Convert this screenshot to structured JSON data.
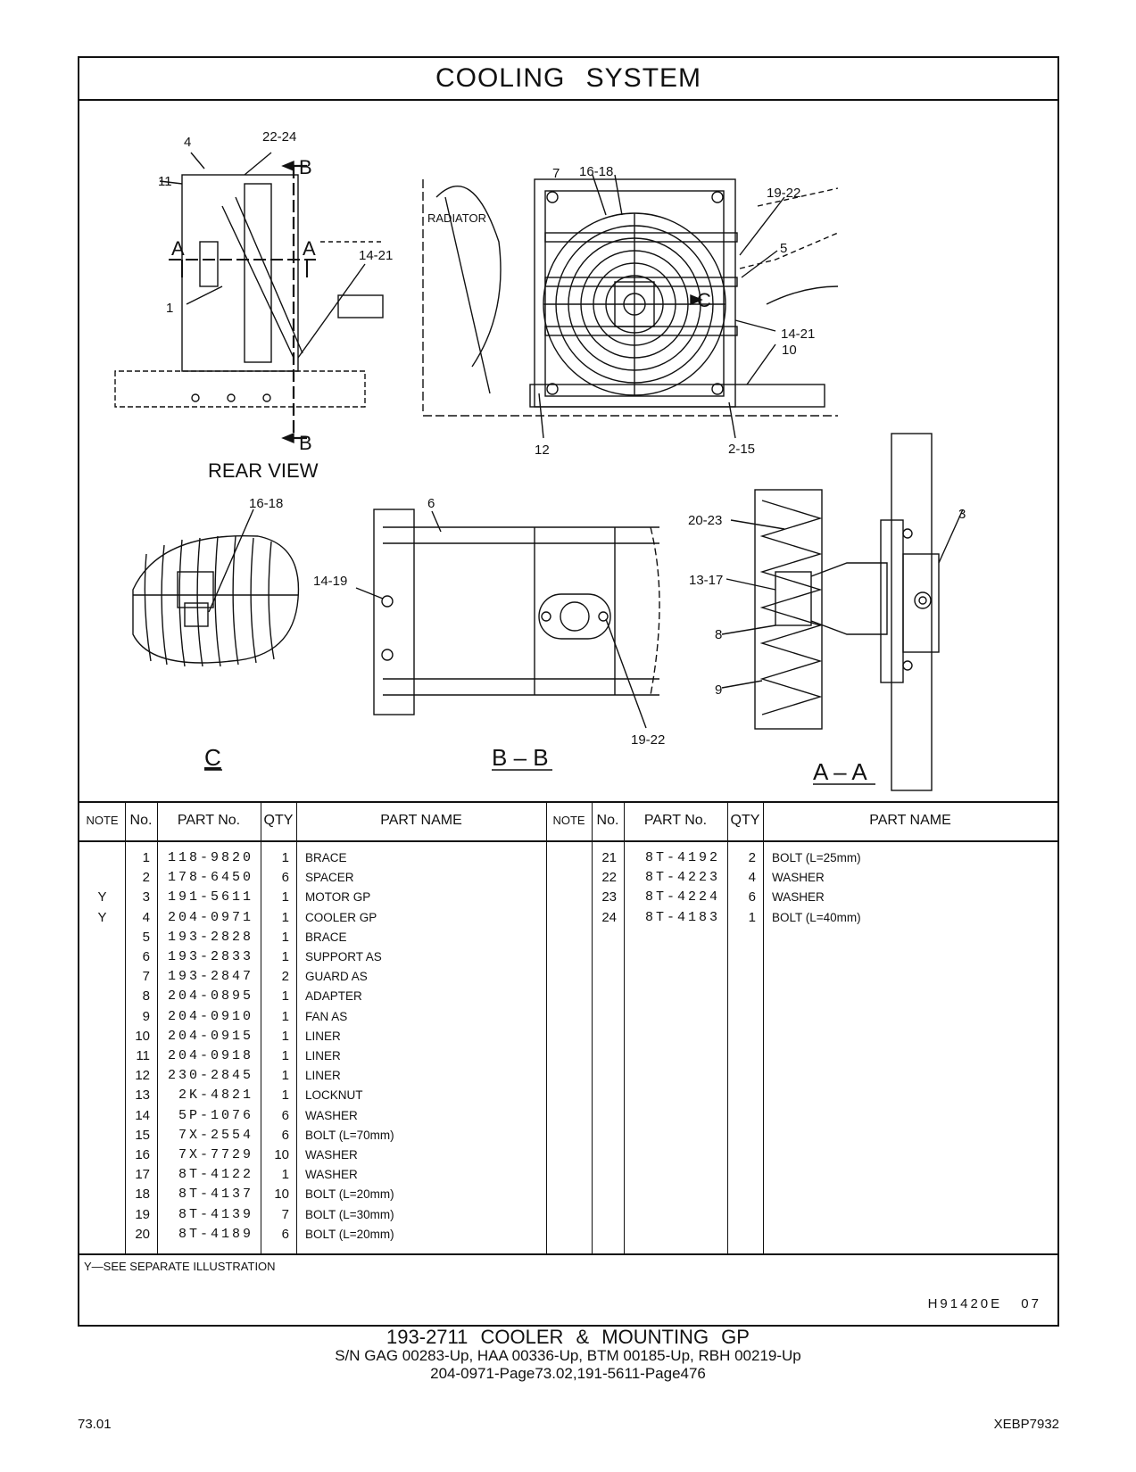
{
  "title": "COOLING   SYSTEM",
  "drawing": {
    "callouts": {
      "rear_4": "4",
      "rear_22_24": "22-24",
      "rear_11": "11",
      "rear_B_top": "B",
      "rear_A_left": "A",
      "rear_A_right": "A",
      "rear_14_21": "14-21",
      "rear_1": "1",
      "rear_B_bottom": "B",
      "rear_view": "REAR VIEW",
      "radiator": "RADIATOR",
      "front_7": "7",
      "front_16_18": "16-18",
      "front_19_22": "19-22",
      "front_5": "5",
      "front_C": "C",
      "front_14_21": "14-21",
      "front_10": "10",
      "front_12": "12",
      "front_2_15": "2-15",
      "c_16_18": "16-18",
      "view_c": "C",
      "bb_6": "6",
      "bb_14_19": "14-19",
      "bb_19_22": "19-22",
      "view_bb": "B – B",
      "aa_20_23": "20-23",
      "aa_3": "3",
      "aa_13_17": "13-17",
      "aa_8": "8",
      "aa_9": "9",
      "view_aa": "A – A"
    }
  },
  "table": {
    "headers": {
      "note": "NOTE",
      "no": "No.",
      "part_no": "PART No.",
      "qty": "QTY",
      "part_name": "PART NAME"
    },
    "left_rows": [
      {
        "note": "",
        "no": "1",
        "part_no": "118-9820",
        "qty": "1",
        "name": "BRACE"
      },
      {
        "note": "",
        "no": "2",
        "part_no": "178-6450",
        "qty": "6",
        "name": "SPACER"
      },
      {
        "note": "Y",
        "no": "3",
        "part_no": "191-5611",
        "qty": "1",
        "name": "MOTOR  GP"
      },
      {
        "note": "Y",
        "no": "4",
        "part_no": "204-0971",
        "qty": "1",
        "name": "COOLER  GP"
      },
      {
        "note": "",
        "no": "5",
        "part_no": "193-2828",
        "qty": "1",
        "name": "BRACE"
      },
      {
        "note": "",
        "no": "6",
        "part_no": "193-2833",
        "qty": "1",
        "name": "SUPPORT  AS"
      },
      {
        "note": "",
        "no": "7",
        "part_no": "193-2847",
        "qty": "2",
        "name": "GUARD  AS"
      },
      {
        "note": "",
        "no": "8",
        "part_no": "204-0895",
        "qty": "1",
        "name": "ADAPTER"
      },
      {
        "note": "",
        "no": "9",
        "part_no": "204-0910",
        "qty": "1",
        "name": "FAN  AS"
      },
      {
        "note": "",
        "no": "10",
        "part_no": "204-0915",
        "qty": "1",
        "name": "LINER"
      },
      {
        "note": "",
        "no": "11",
        "part_no": "204-0918",
        "qty": "1",
        "name": "LINER"
      },
      {
        "note": "",
        "no": "12",
        "part_no": "230-2845",
        "qty": "1",
        "name": "LINER"
      },
      {
        "note": "",
        "no": "13",
        "part_no": "2K-4821",
        "qty": "1",
        "name": "LOCKNUT"
      },
      {
        "note": "",
        "no": "14",
        "part_no": "5P-1076",
        "qty": "6",
        "name": "WASHER"
      },
      {
        "note": "",
        "no": "15",
        "part_no": "7X-2554",
        "qty": "6",
        "name": "BOLT (L=70mm)"
      },
      {
        "note": "",
        "no": "16",
        "part_no": "7X-7729",
        "qty": "10",
        "name": "WASHER"
      },
      {
        "note": "",
        "no": "17",
        "part_no": "8T-4122",
        "qty": "1",
        "name": "WASHER"
      },
      {
        "note": "",
        "no": "18",
        "part_no": "8T-4137",
        "qty": "10",
        "name": "BOLT (L=20mm)"
      },
      {
        "note": "",
        "no": "19",
        "part_no": "8T-4139",
        "qty": "7",
        "name": "BOLT (L=30mm)"
      },
      {
        "note": "",
        "no": "20",
        "part_no": "8T-4189",
        "qty": "6",
        "name": "BOLT (L=20mm)"
      }
    ],
    "right_rows": [
      {
        "note": "",
        "no": "21",
        "part_no": "8T-4192",
        "qty": "2",
        "name": "BOLT (L=25mm)"
      },
      {
        "note": "",
        "no": "22",
        "part_no": "8T-4223",
        "qty": "4",
        "name": "WASHER"
      },
      {
        "note": "",
        "no": "23",
        "part_no": "8T-4224",
        "qty": "6",
        "name": "WASHER"
      },
      {
        "note": "",
        "no": "24",
        "part_no": "8T-4183",
        "qty": "1",
        "name": "BOLT (L=40mm)"
      }
    ]
  },
  "footnote": "Y—SEE  SEPARATE  ILLUSTRATION",
  "illustration_code": "H91420E   07",
  "caption": {
    "line1": "193-2711   COOLER  &  MOUNTING  GP",
    "line2": "S/N GAG 00283-Up, HAA 00336-Up, BTM 00185-Up, RBH 00219-Up",
    "line3": "204-0971-Page73.02,191-5611-Page476"
  },
  "page_number": "73.01",
  "doc_code": "XEBP7932"
}
